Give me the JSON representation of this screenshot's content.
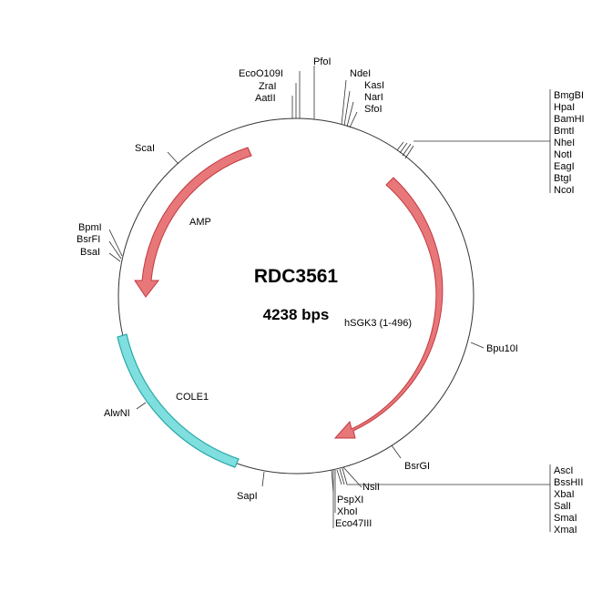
{
  "plasmid": {
    "name": "RDC3561",
    "size_label": "4238 bps"
  },
  "features": [
    {
      "id": "amp",
      "label": "AMP",
      "color": "#e8777a",
      "stroke": "#c0393e",
      "kind": "arrow"
    },
    {
      "id": "hsgk3",
      "label": "hSGK3 (1-496)",
      "color": "#e8777a",
      "stroke": "#c0393e",
      "kind": "arrow"
    },
    {
      "id": "cole1",
      "label": "COLE1",
      "color": "#6fd6d6",
      "stroke": "#2aa9a9",
      "kind": "box"
    }
  ],
  "sites": {
    "top": [
      "EcoO109I",
      "ZraI",
      "AatII",
      "PfoI",
      "NdeI",
      "KasI",
      "NarI",
      "SfoI"
    ],
    "right_group": [
      "BmgBI",
      "HpaI",
      "BamHI",
      "BmtI",
      "NheI",
      "NotI",
      "EagI",
      "BtgI",
      "NcoI"
    ],
    "left": [
      "ScaI",
      "BpmI",
      "BsrFI",
      "BsaI",
      "AlwNI",
      "SapI"
    ],
    "right": [
      "Bpu10I",
      "BsrGI",
      "NsiI"
    ],
    "bottom_left": [
      "PspXI",
      "XhoI",
      "Eco47III"
    ],
    "bottom_right_group": [
      "AscI",
      "BssHII",
      "XbaI",
      "SalI",
      "SmaI",
      "XmaI"
    ]
  }
}
